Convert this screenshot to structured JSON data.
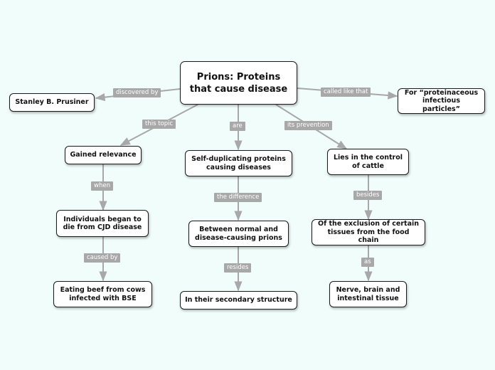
{
  "concept_map": {
    "root": "Prions: Proteins that cause disease",
    "nodes": {
      "prusiner": "Stanley B. Prusiner",
      "proteinaceous": "For “proteinaceous infectious particles”",
      "relevance": "Gained relevance",
      "self_dup": "Self-duplicating proteins causing diseases",
      "control_cattle": "Lies in the control of cattle",
      "cjd": "Individuals began to die from CJD disease",
      "normal_vs": "Between normal and disease-causing prions",
      "exclusion": "Of the exclusion of certain tissues from the food chain",
      "beef": "Eating beef from cows infected with BSE",
      "secondary": "In their secondary structure",
      "nerve": "Nerve, brain and intestinal tissue"
    },
    "links": {
      "discovered_by": "discovered by",
      "called_like_that": "called like that",
      "this_topic": "this topic",
      "are": "are",
      "its_prevention": "its prevention",
      "when": "when",
      "the_difference": "the difference",
      "besides": "besides",
      "caused_by": "caused by",
      "resides": "resides",
      "as": "as"
    }
  },
  "colors": {
    "background": "#f0fdfb",
    "connector": "#a8a8a8",
    "label_bg": "#a8a8a8",
    "node_border": "#1a1a1a"
  }
}
